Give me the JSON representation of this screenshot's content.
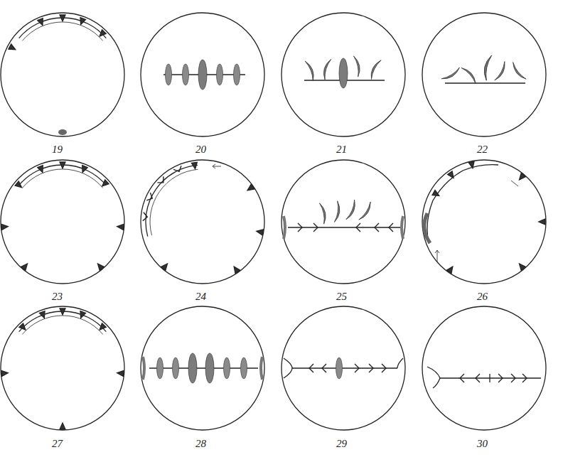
{
  "diagram": {
    "labels": [
      "19",
      "20",
      "21",
      "22",
      "23",
      "24",
      "25",
      "26",
      "27",
      "28",
      "29",
      "30"
    ]
  }
}
